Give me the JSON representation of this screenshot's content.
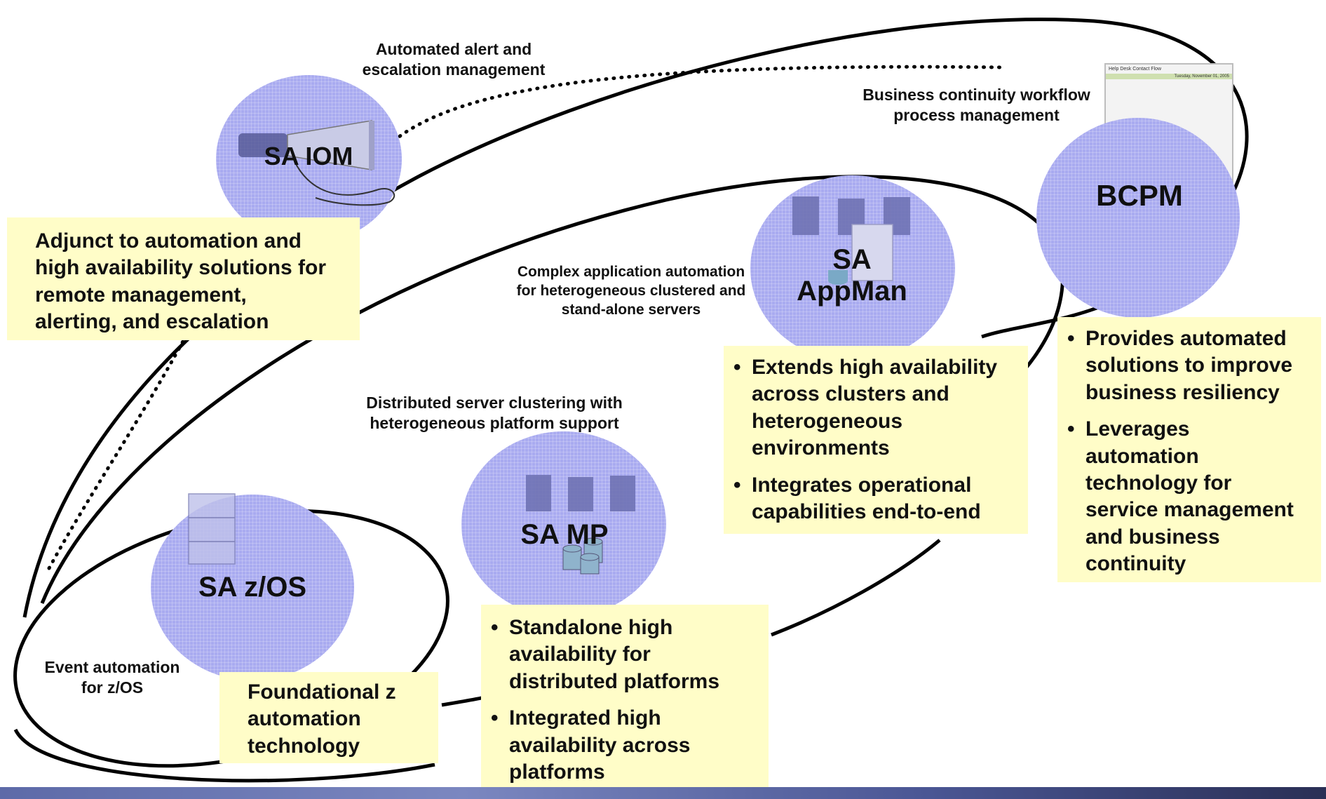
{
  "nodes": {
    "sa_iom": "SA IOM",
    "bcpm": "BCPM",
    "sa_appman": "SA\nAppMan",
    "sa_mp": "SA MP",
    "sa_zos": "SA z/OS"
  },
  "captions": {
    "alert": [
      "Automated alert and",
      "escalation management"
    ],
    "bc_workflow": [
      "Business continuity workflow",
      "process management"
    ],
    "complex_app": [
      "Complex application automation",
      "for heterogeneous clustered and",
      "stand-alone servers"
    ],
    "distributed": [
      "Distributed server clustering with",
      "heterogeneous platform support"
    ],
    "event": [
      "Event automation",
      "for z/OS"
    ]
  },
  "notes": {
    "iom": [
      "Adjunct to automation and",
      "high availability solutions for",
      "remote management,",
      "alerting, and escalation"
    ],
    "appman": [
      [
        "Extends high availability",
        "across clusters and",
        "heterogeneous",
        "environments"
      ],
      [
        "Integrates operational",
        "capabilities end-to-end"
      ]
    ],
    "bcpm": [
      [
        "Provides automated",
        "solutions to improve",
        "business resiliency"
      ],
      [
        "Leverages",
        "automation",
        "technology for",
        "service management",
        "and business",
        "continuity"
      ]
    ],
    "mp": [
      [
        "Standalone high",
        "availability for",
        "distributed platforms"
      ],
      [
        "Integrated high",
        "availability across",
        "platforms"
      ]
    ],
    "zos": [
      "Foundational z",
      "automation",
      "technology"
    ]
  },
  "screenshot_thumb": {
    "title": "Help Desk Contact Flow",
    "subtitle": "Tuesday, November 01, 2005"
  },
  "colors": {
    "bubble": "#a9abf0",
    "note": "#fffdc8",
    "outline": "#000000"
  }
}
